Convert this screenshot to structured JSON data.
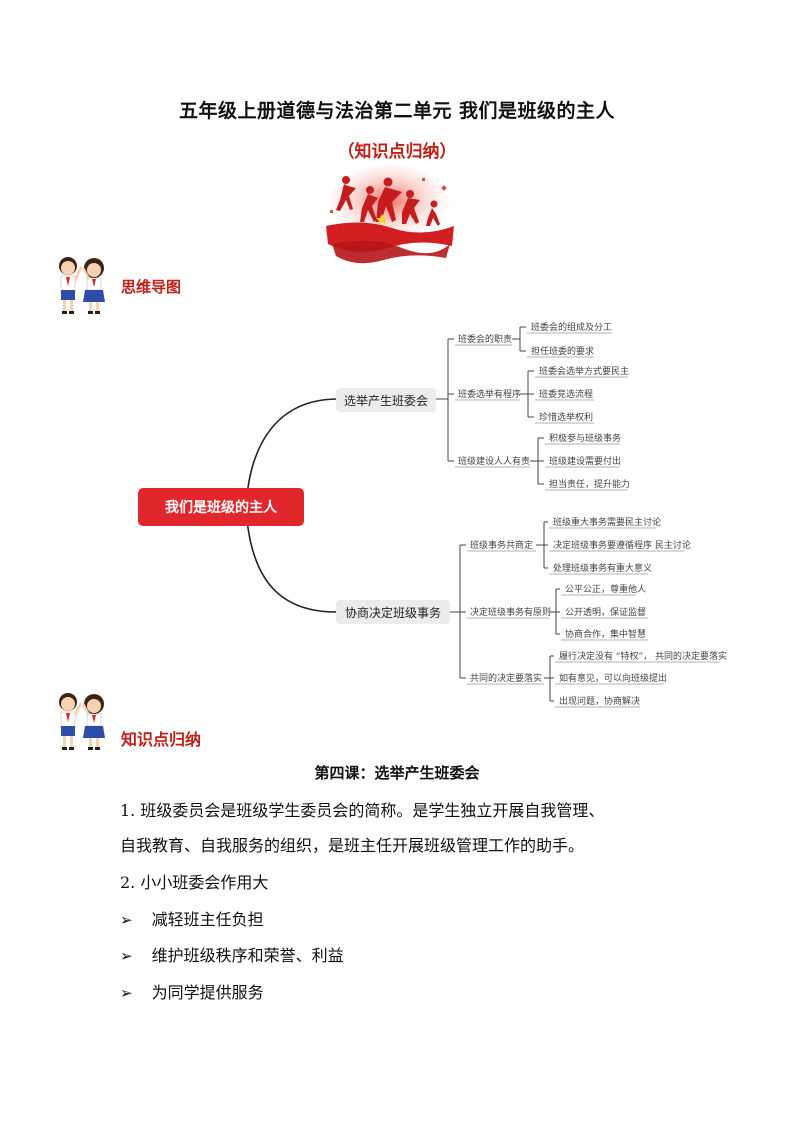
{
  "header": {
    "title": "五年级上册道德与法治第二单元  我们是班级的主人",
    "subtitle": "（知识点归纳）"
  },
  "sections": {
    "mindmap_label": "思维导图",
    "knowledge_label": "知识点归纳"
  },
  "mindmap": {
    "root": "我们是班级的主人",
    "branches": [
      {
        "label": "选举产生班委会",
        "subs": [
          {
            "label": "班委会的职责",
            "leaves": [
              "班委会的组成及分工",
              "担任班委的要求"
            ]
          },
          {
            "label": "班委选举有程序",
            "leaves": [
              "班委会选举方式要民主",
              "班委竞选流程",
              "珍惜选举权利"
            ]
          },
          {
            "label": "班级建设人人有责",
            "leaves": [
              "积极参与班级事务",
              "班级建设需要付出",
              "担当责任，提升能力"
            ]
          }
        ]
      },
      {
        "label": "协商决定班级事务",
        "subs": [
          {
            "label": "班级事务共商定",
            "leaves": [
              "班级重大事务需要民主讨论",
              "决定班级事务要遵循程序 民主讨论",
              "处理班级事务有重大意义"
            ]
          },
          {
            "label": "决定班级事务有原则",
            "leaves": [
              "公平公正，尊重他人",
              "公开透明，保证监督",
              "协商合作，集中智慧"
            ]
          },
          {
            "label": "共同的决定要落实",
            "leaves": [
              "履行决定没有 “特权”， 共同的决定要落实",
              "如有意见，可以向班级提出",
              "出现问题，协商解决"
            ]
          }
        ]
      }
    ]
  },
  "content": {
    "lesson_title": "第四课：选举产生班委会",
    "p1_line1": "1. 班级委员会是班级学生委员会的简称。是学生独立开展自我管理、",
    "p1_line2": "自我教育、自我服务的组织，是班主任开展班级管理工作的助手。",
    "p2": "2. 小小班委会作用大",
    "bullets": [
      "减轻班主任负担",
      "维护班级秩序和荣誉、利益",
      "为同学提供服务"
    ],
    "bullet_symbol": "➢"
  },
  "colors": {
    "accent_red": "#c0201a",
    "root_red": "#e0282c",
    "branch_bg": "#ececec"
  }
}
